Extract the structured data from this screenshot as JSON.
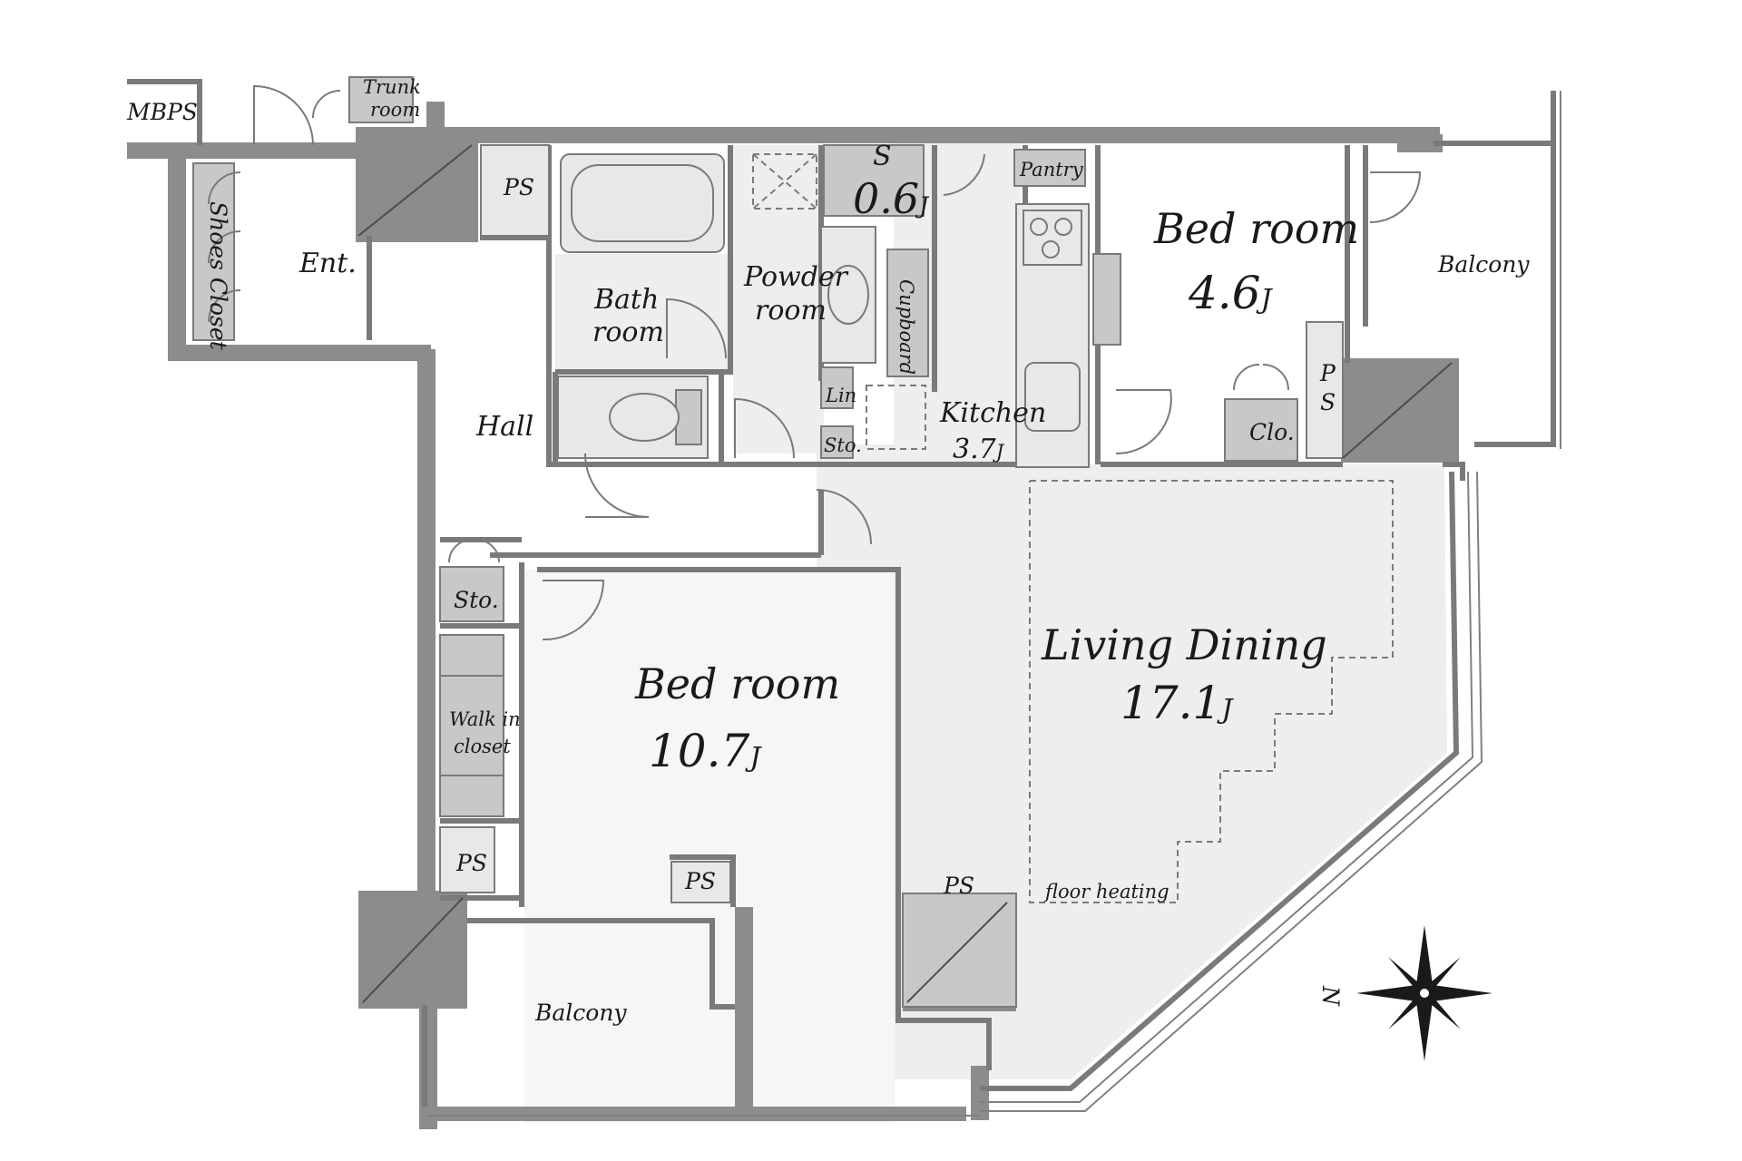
{
  "rooms": {
    "mbps": "MBPS",
    "trunk_room_1": "Trunk",
    "trunk_room_2": "room",
    "shoes_closet": "Shoes Closet",
    "ent": "Ent.",
    "ps_top": "PS",
    "bath_1": "Bath",
    "bath_2": "room",
    "powder_1": "Powder",
    "powder_2": "room",
    "s_label": "S",
    "s_size": "0.6",
    "cupboard": "Cupboard",
    "pantry": "Pantry",
    "bedroom_small": "Bed room",
    "bedroom_small_size": "4.6",
    "balcony_right": "Balcony",
    "ps_right_1": "P",
    "ps_right_2": "S",
    "clo": "Clo.",
    "hall": "Hall",
    "lin": "Lin",
    "sto_small": "Sto.",
    "kitchen": "Kitchen",
    "kitchen_size": "3.7",
    "sto": "Sto.",
    "walk_in_1": "Walk in",
    "walk_in_2": "closet",
    "bedroom_large": "Bed room",
    "bedroom_large_size": "10.7",
    "ps_left": "PS",
    "ps_mid": "PS",
    "ps_bottom": "PS",
    "living": "Living Dining",
    "living_size": "17.1",
    "floor_heating": "floor heating",
    "balcony_bottom": "Balcony",
    "unit": "J"
  },
  "compass": {
    "label": "N",
    "icon": "compass-rose-icon"
  },
  "colors": {
    "wall": "#8c8c8c",
    "fixture": "#c8c8c8",
    "line": "#7a7a7a",
    "background": "#ffffff"
  }
}
